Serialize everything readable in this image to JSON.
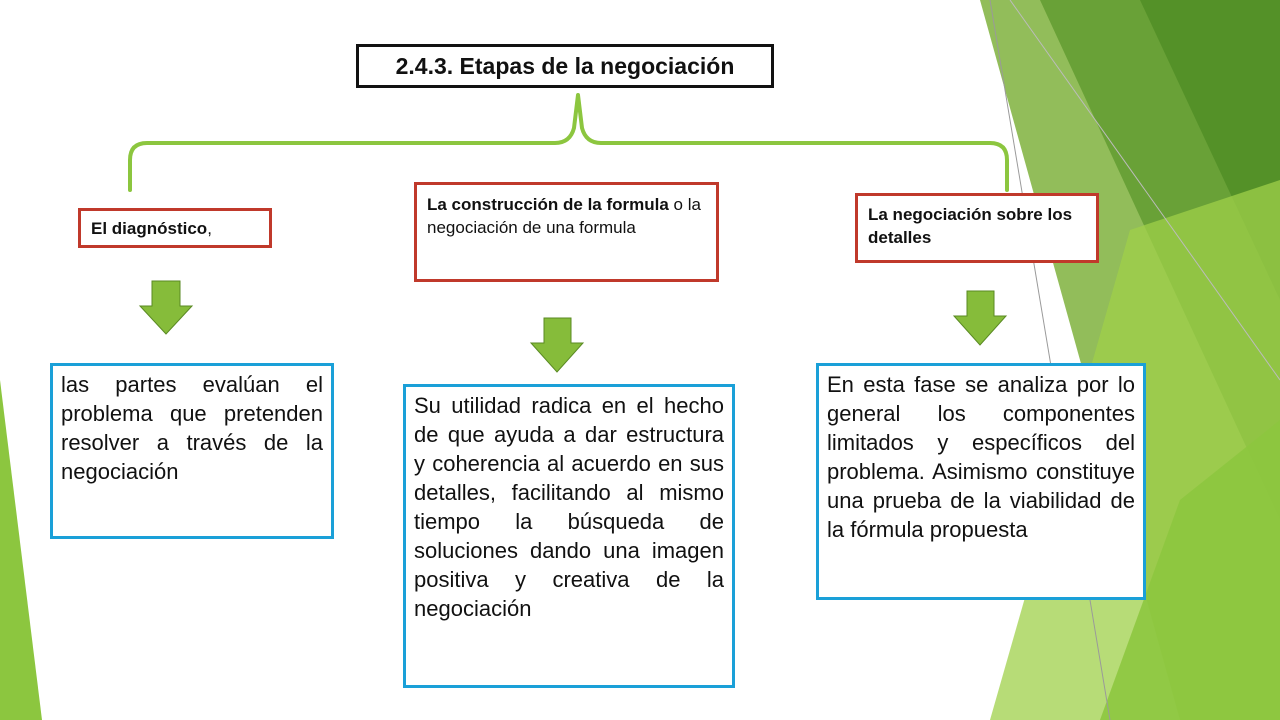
{
  "title": "2.4.3. Etapas de la negociación",
  "stages": [
    {
      "bold": "El diagnóstico",
      "normal": ","
    },
    {
      "bold": "La construcción de la formula",
      "normal": " o la negociación de una formula"
    },
    {
      "bold": "La negociación sobre los detalles",
      "normal": ""
    }
  ],
  "descriptions": [
    "las partes evalúan el problema que pretenden resolver a través de la negociación",
    "Su utilidad radica en el hecho de que ayuda a dar estructura y coherencia al acuerdo en sus detalles, facilitando al mismo tiempo la búsqueda de soluciones dando una imagen positiva y creativa de la negociación",
    "En esta fase se analiza por lo general los componentes limitados y específicos del problema. Asimismo constituye una prueba de la viabilidad de la fórmula propuesta"
  ],
  "colors": {
    "accent_green": "#8cc63f",
    "stage_border": "#c0392b",
    "desc_border": "#1aa0d8"
  }
}
